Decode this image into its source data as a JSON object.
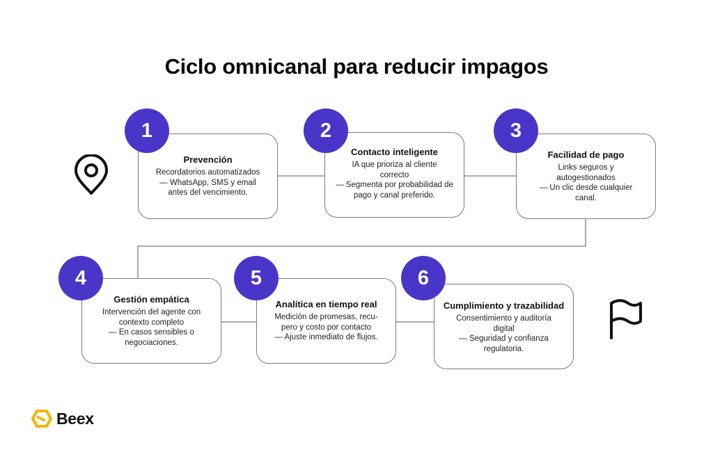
{
  "title": "Ciclo omnicanal para reducir impagos",
  "colors": {
    "accent": "#4a35c9",
    "line": "#7a7a7a",
    "logo": "#f5b400"
  },
  "steps": [
    {
      "number": "1",
      "title": "Prevención",
      "desc": "Recordatorios automatizados\n— WhatsApp, SMS y email\nantes del vencimiento."
    },
    {
      "number": "2",
      "title": "Contacto inteligente",
      "desc": "IA que prioriza al cliente\ncorrecto\n— Segmenta por probabilidad de\npago y canal preferido."
    },
    {
      "number": "3",
      "title": "Facilidad de pago",
      "desc": "Links seguros y\nautogestionados\n— Un clic desde cualquier\ncanal."
    },
    {
      "number": "4",
      "title": "Gestión empática",
      "desc": "Intervención del agente con\ncontexto completo\n— En casos sensibles o\nnegociaciones."
    },
    {
      "number": "5",
      "title": "Analítica en tiempo real",
      "desc": "Medición de promesas, recu-\npero y costo por contacto\n— Ajuste inmediato de flujos."
    },
    {
      "number": "6",
      "title": "Cumplimiento y trazabilidad",
      "desc": "Consentimiento y auditoría\ndigital\n— Seguridad y confianza\nregulatoria."
    }
  ],
  "icons": {
    "start": "map-pin-icon",
    "end": "flag-icon"
  },
  "brand": {
    "name": "Beex"
  }
}
